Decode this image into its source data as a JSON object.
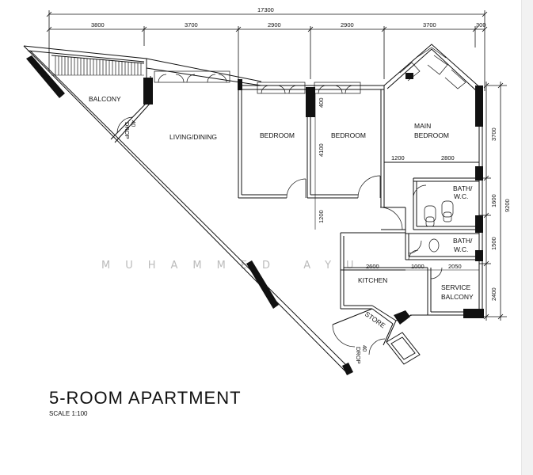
{
  "rooms": {
    "balcony": "BALCONY",
    "living_dining": "LIVING/DINING",
    "bedroom_1": "BEDROOM",
    "bedroom_2": "BEDROOM",
    "main_bedroom_line1": "MAIN",
    "main_bedroom_line2": "BEDROOM",
    "bath1_line1": "BATH/",
    "bath1_line2": "W.C.",
    "bath2_line1": "BATH/",
    "bath2_line2": "W.C.",
    "kitchen": "KITCHEN",
    "service_balcony_line1": "SERVICE",
    "service_balcony_line2": "BALCONY",
    "store": "STORE"
  },
  "drops": {
    "top_line1": "40",
    "top_line2": "DROP",
    "bottom_line1": "40",
    "bottom_line2": "DROP"
  },
  "dimensions": {
    "overall": "17300",
    "top": [
      "3800",
      "3700",
      "2900",
      "2900",
      "3700",
      "300"
    ],
    "right_inner": [
      "3700",
      "1600",
      "1500",
      "2400"
    ],
    "right_total": "9200",
    "v_400": "400",
    "v_4100": "4100",
    "v_1200": "1200",
    "h_1200": "1200",
    "h_2800": "2800",
    "h_2600": "2600",
    "h_1000": "1000",
    "h_2050": "2050"
  },
  "watermark": "MUHAMMED AYU",
  "title": "5-ROOM APARTMENT",
  "scale": "SCALE  1:100"
}
